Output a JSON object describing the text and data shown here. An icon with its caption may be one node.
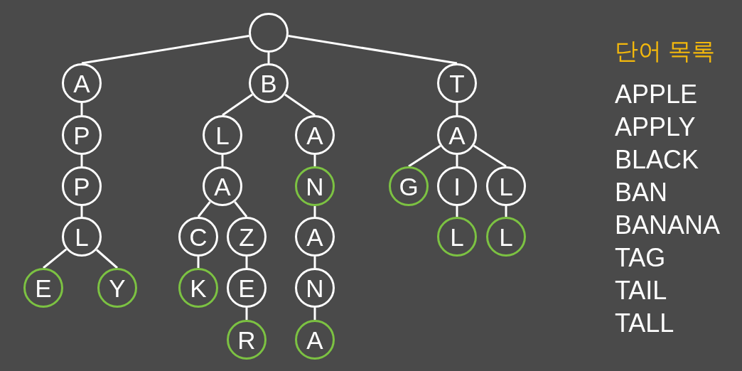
{
  "diagram": {
    "nodes": [
      {
        "text": [],
        "shape": "circle"
      },
      {
        "text": [
          "A"
        ]
      },
      {
        "text": [
          "B"
        ]
      },
      {
        "text": [
          "T"
        ]
      },
      {
        "text": [
          "P"
        ]
      },
      {
        "text": [
          "L"
        ]
      },
      {
        "text": [
          "A"
        ]
      },
      {
        "text": [
          "A"
        ]
      },
      {
        "text": [
          "P"
        ]
      },
      {
        "text": [
          "A"
        ]
      },
      {
        "text": [
          "N"
        ]
      },
      {
        "text": [
          "G"
        ]
      },
      {
        "text": [
          "I"
        ]
      },
      {
        "text": [
          "L"
        ]
      },
      {
        "text": [
          "L"
        ]
      },
      {
        "text": [
          "C"
        ]
      },
      {
        "text": [
          "Z"
        ]
      },
      {
        "text": [
          "A"
        ]
      },
      {
        "text": [
          "L"
        ]
      },
      {
        "text": [
          "L"
        ]
      },
      {
        "text": [
          "E"
        ]
      },
      {
        "text": [
          "Y"
        ]
      },
      {
        "text": [
          "K"
        ]
      },
      {
        "text": [
          "E"
        ]
      },
      {
        "text": [
          "N"
        ]
      },
      {
        "text": [
          "R"
        ]
      },
      {
        "text": [
          "A"
        ]
      }
    ],
    "edges": [
      {
        "from": 0,
        "to": 1,
        "arrow": "none"
      },
      {
        "from": 0,
        "to": 2,
        "arrow": "none"
      },
      {
        "from": 0,
        "to": 3,
        "arrow": "none"
      },
      {
        "from": 1,
        "to": 4,
        "arrow": "none"
      },
      {
        "from": 2,
        "to": 5,
        "arrow": "none"
      },
      {
        "from": 2,
        "to": 6,
        "arrow": "none"
      },
      {
        "from": 3,
        "to": 7,
        "arrow": "none"
      },
      {
        "from": 4,
        "to": 8,
        "arrow": "none"
      },
      {
        "from": 5,
        "to": 9,
        "arrow": "none"
      },
      {
        "from": 6,
        "to": 10,
        "arrow": "none"
      },
      {
        "from": 7,
        "to": 11,
        "arrow": "none"
      },
      {
        "from": 7,
        "to": 12,
        "arrow": "none"
      },
      {
        "from": 7,
        "to": 13,
        "arrow": "none"
      },
      {
        "from": 8,
        "to": 14,
        "arrow": "none"
      },
      {
        "from": 9,
        "to": 15,
        "arrow": "none"
      },
      {
        "from": 9,
        "to": 16,
        "arrow": "none"
      },
      {
        "from": 10,
        "to": 17,
        "arrow": "none"
      },
      {
        "from": 12,
        "to": 18,
        "arrow": "none"
      },
      {
        "from": 13,
        "to": 19,
        "arrow": "none"
      },
      {
        "from": 14,
        "to": 20,
        "arrow": "none"
      },
      {
        "from": 14,
        "to": 21,
        "arrow": "none"
      },
      {
        "from": 15,
        "to": 22,
        "arrow": "none"
      },
      {
        "from": 16,
        "to": 23,
        "arrow": "none"
      },
      {
        "from": 17,
        "to": 24,
        "arrow": "none"
      },
      {
        "from": 23,
        "to": 25,
        "arrow": "none"
      },
      {
        "from": 24,
        "to": 26,
        "arrow": "none"
      }
    ],
    "labels": [
      "단어 목록",
      "APPLE",
      "APPLY",
      "BLACK",
      "BAN",
      "BANANA",
      "TAG",
      "TAIL",
      "TALL"
    ]
  }
}
